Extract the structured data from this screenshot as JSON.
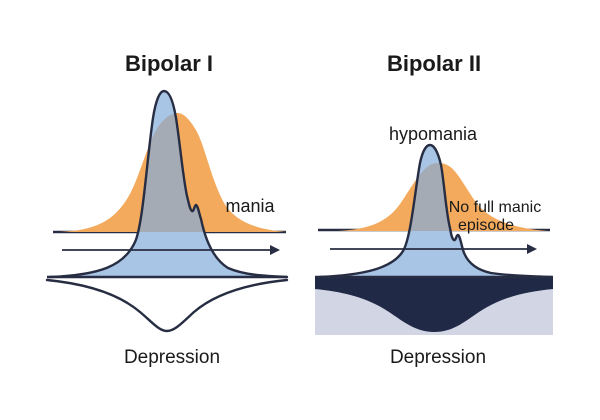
{
  "panels": {
    "bipolar1": {
      "title": "Bipolar I",
      "peak_label": "mania",
      "bottom_label": "Depression"
    },
    "bipolar2": {
      "title": "Bipolar II",
      "peak_label": "hypomania",
      "annotation": {
        "line1": "No full manic",
        "line2": "episode"
      },
      "bottom_label": "Depression"
    }
  },
  "colors": {
    "mania_curve_orange": "#f3aa5c",
    "mood_curve_blue": "#a8c5e5",
    "overlap_gray": "#a5abb4",
    "outline_navy": "#272d42",
    "depression_fill_navy": "#202a46",
    "depression_band_periwinkle": "#d2d6e4",
    "text": "#1a1a1a",
    "background": "#ffffff"
  }
}
